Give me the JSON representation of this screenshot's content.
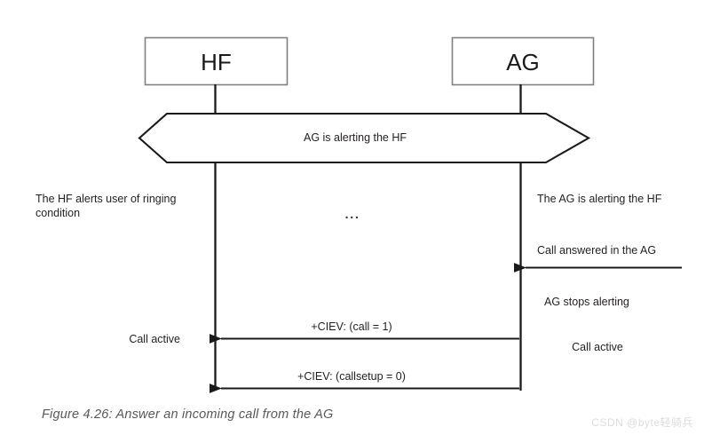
{
  "figure": {
    "caption": "Figure 4.26: Answer an incoming call from the AG",
    "watermark": "CSDN @byte轻骑兵",
    "colors": {
      "background": "#ffffff",
      "stroke": "#1a1a1a",
      "box_border": "#808080",
      "text": "#231f20",
      "caption_text": "#58585a",
      "watermark_text": "#dcdcdc"
    }
  },
  "participants": [
    {
      "id": "hf",
      "label": "HF"
    },
    {
      "id": "ag",
      "label": "AG"
    }
  ],
  "state_band": {
    "label": "AG is alerting the HF"
  },
  "annotations": [
    {
      "id": "hf-alerts-user",
      "text": "The HF alerts user of ringing\ncondition",
      "side": "left"
    },
    {
      "id": "ellipsis",
      "text": "...",
      "side": "center"
    },
    {
      "id": "ag-alerting-hf",
      "text": "The AG is alerting the HF",
      "side": "right"
    },
    {
      "id": "call-answered-in-ag",
      "text": "Call answered in the AG",
      "side": "right"
    },
    {
      "id": "ag-stops-alerting",
      "text": "AG stops alerting",
      "side": "right"
    },
    {
      "id": "call-active-hf",
      "text": "Call active",
      "side": "left"
    },
    {
      "id": "call-active-ag",
      "text": "Call active",
      "side": "right"
    }
  ],
  "messages": [
    {
      "id": "call-answered-arrow",
      "label": "",
      "from": "external-right",
      "to": "ag",
      "direction": "left"
    },
    {
      "id": "ciev-call",
      "label": "+CIEV: (call = 1)",
      "from": "ag",
      "to": "hf",
      "direction": "left"
    },
    {
      "id": "ciev-callsetup",
      "label": "+CIEV: (callsetup = 0)",
      "from": "ag",
      "to": "hf",
      "direction": "left"
    }
  ]
}
